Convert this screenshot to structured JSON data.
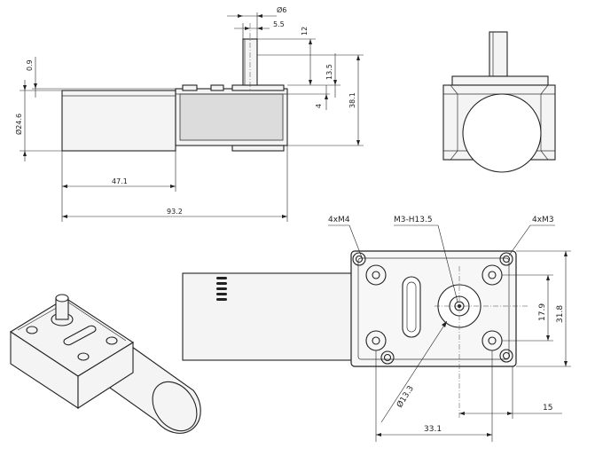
{
  "side_view": {
    "labels": {
      "shaft_dia": "Ø6",
      "shaft_offset": "5.5",
      "shaft_len": "12",
      "shaft_to_face": "13.5",
      "total_height": "38.1",
      "flange_th": "4",
      "top_gap": "0.9",
      "motor_dia": "Ø24.6",
      "motor_len": "47.1",
      "total_len": "93.2"
    }
  },
  "bottom_view": {
    "labels": {
      "holes_left": "4xM4",
      "center_hole": "M3-H13.5",
      "holes_right": "4xM3",
      "hole_spacing_v": "17.9",
      "total_width_v": "31.8",
      "boss_dia": "Ø13.3",
      "hole_spacing_h": "33.1",
      "edge_offset": "15"
    }
  }
}
